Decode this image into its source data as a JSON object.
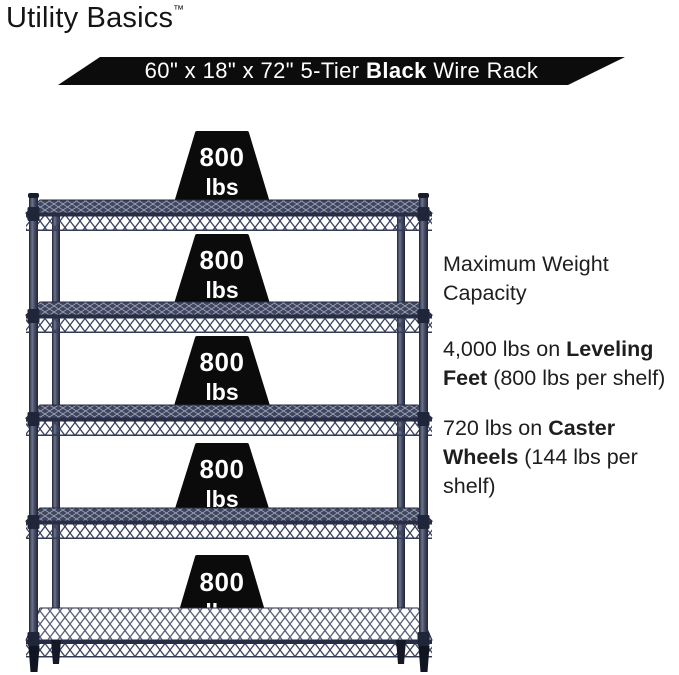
{
  "brand": {
    "name": "Utility Basics",
    "trademark": "™"
  },
  "banner": {
    "pre": "60\" x 18\" x 72\" 5-Tier ",
    "bold": "Black",
    "post": " Wire Rack"
  },
  "rack": {
    "tiers": 5,
    "finish": "Black",
    "weights": [
      {
        "value": "800",
        "unit": "lbs"
      },
      {
        "value": "800",
        "unit": "lbs"
      },
      {
        "value": "800",
        "unit": "lbs"
      },
      {
        "value": "800",
        "unit": "lbs"
      },
      {
        "value": "800",
        "unit": "lbs"
      }
    ]
  },
  "capacity": {
    "heading": "Maximum Weight Capacity",
    "leveling": {
      "pre": "4,000 lbs on ",
      "bold": "Leveling Feet",
      "post": " (800 lbs per shelf)"
    },
    "caster": {
      "pre": "720 lbs on ",
      "bold": "Caster Wheels",
      "post": " (144 lbs per shelf)"
    }
  },
  "colors": {
    "banner_bg": "#0c0c0c",
    "weight_badge_bg": "#0b0b0b",
    "weight_text": "#ffffff",
    "rack_wire": "#3c4460",
    "body_text": "#1e1e1e",
    "background": "#ffffff"
  }
}
